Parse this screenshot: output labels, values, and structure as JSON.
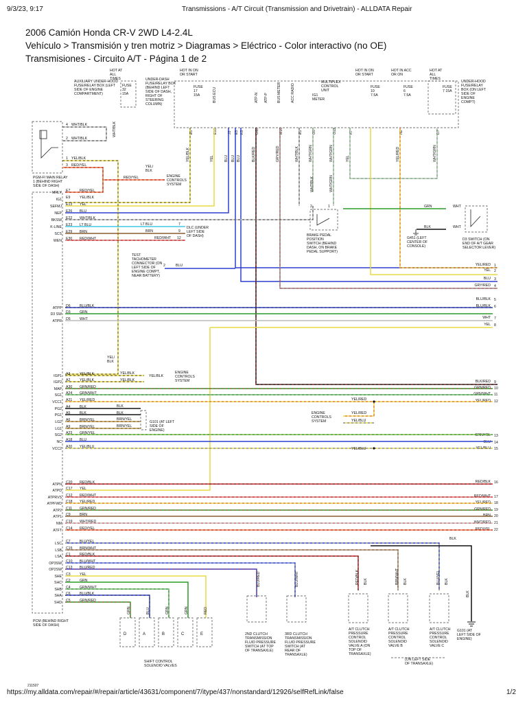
{
  "browser": {
    "datetime": "9/3/23, 9:17",
    "tab_title": "Transmissions - A/T Circuit (Transmission and Drivetrain) - ALLDATA Repair",
    "url": "https://my.alldata.com/repair/#/repair/article/43631/component/7/itype/437/nonstandard/12926/selfRefLink/false",
    "page_indicator": "1/2"
  },
  "page": {
    "vehicle_title": "2006 Camión Honda CR-V 2WD L4-2.4L",
    "breadcrumb": "Vehículo > Transmisión y tren motriz > Diagramas > Eléctrico - Color interactivo (no OE)",
    "section_title": "Transmisiones - Circuito A/T - Página 1 de 2"
  },
  "diagram": {
    "figure_id": "211507",
    "colors": {
      "YEL": "#e8d840",
      "BLU": "#2b3fd0",
      "RED": "#d02020",
      "WHT": "#bbbbbb",
      "BLK": "#111111",
      "GRN": "#2a9a2a",
      "BRN": "#8b5a2b",
      "ORN": "#f08a1c",
      "GRY": "#888888",
      "LTBLU": "#40c8e8"
    },
    "labels": {
      "hot_at_all_times": "HOT AT ALL TIMES",
      "aux_fuse_box": "AUXILIARY UNDER-HOOD FUSE/RELAY BOX (LEFT SIDE OF ENGINE COMPARTMENT)",
      "fuse32": "FUSE 32 15A",
      "under_dash_box": "UNDER-DASH FUSE/RELAY BOX (BEHIND LEFT SIDE OF DASH, RIGHT OF STEERING COLUMN)",
      "hot_in_on_start": "HOT IN ON OR START",
      "fuse17": "FUSE 17 15A",
      "bus_ecu": "BUS ECU",
      "atp_n": "ATP-N",
      "atp_p": "ATP-P",
      "bus_meter": "BUS METER",
      "acc_radio": "ACC RADIO",
      "ig1_meter": "IG1 METER",
      "multiplex": "MULTIPLEX CONTROL UNIT",
      "fuse10": "FUSE 10 7.5A",
      "hot_in_acc": "HOT IN ACC OR ON",
      "fuse6": "FUSE 6 7.5A",
      "hot_at_all_times2": "HOT AT ALL TIMES",
      "underhood_box": "UNDER-HOOD FUSE/RELAY BOX (ON LEFT SIDE OF ENGINE COMPT)",
      "fuse7": "FUSE 7 15A",
      "pgm_relay": "PGM-FI MAIN RELAY 1 (BEHIND RIGHT SIDE OF DASH)",
      "engine_controls_system": "ENGINE CONTROLS SYSTEM",
      "yel_blk": "YEL/ BLK",
      "dlc": "DLC (UNDER LEFT SIDE OF DASH)",
      "test_tach": "TEST TACHOMETER CONNECTOR (ON LEFT SIDE OF ENGINE COMPT, NEAR BATTERY)",
      "brake_switch": "BRAKE PEDAL POSITION SWITCH (BEHIND DASH, ON BRAKE PEDAL SUPPORT)",
      "g451": "G451 (LEFT CENTER OF CONSOLE)",
      "d3_switch": "D3 SWITCH (ON END OF A/T GEAR SELECTOR LEVER)",
      "g101": "G101 (AT LEFT SIDE OF ENGINE)",
      "g101_bottom": "G101 (AT LEFT SIDE OF ENGINE)",
      "pcm": "PCM (BEHIND RIGHT SIDE OF DASH)",
      "shift_valves": "SHIFT CONTROL SOLENOID VALVES",
      "clutch2": "2ND CLUTCH TRANSMISSION FLUID PRESSURE SWITCH (AT TOP OF TRANSAXLE)",
      "clutch3": "3RD CLUTCH TRANSMISSION FLUID PRESSURE SWITCH (AT REAR OF TRANSAXLE)",
      "valve_a": "A/T CLUTCH PRESSURE CONTROL SOLENOID VALVE A (ON TOP OF TRANSAXLE)",
      "valve_b": "A/T CLUTCH PRESSURE CONTROL SOLENOID VALVE B",
      "valve_c": "A/T CLUTCH PRESSURE CONTROL SOLENOID VALVE C",
      "on_left_side": "(ON LEFT SIDE OF TRANSAXLE)"
    },
    "pcm_pins": [
      {
        "name": "MRLY",
        "pin": "E7",
        "wire": "RED/YEL"
      },
      {
        "name": "IG1",
        "pin": "E9",
        "wire": "YEL/BLK"
      },
      {
        "name": "SEFMJ",
        "pin": "E13",
        "wire": "YEL"
      },
      {
        "name": "NEP",
        "pin": "E26",
        "wire": "BLU"
      },
      {
        "name": "BKSW",
        "pin": "E22",
        "wire": "WHT/BLK"
      },
      {
        "name": "K-LINE",
        "pin": "E23",
        "wire": "LT BLU"
      },
      {
        "name": "SCS",
        "pin": "E29",
        "wire": "BRN"
      },
      {
        "name": "WEN",
        "pin": "E30",
        "wire": "RED/WHT"
      },
      {
        "name": "ATPP",
        "pin": "D6",
        "wire": "BLU/BLK"
      },
      {
        "name": "D3 SW",
        "pin": "D3",
        "wire": "GRN"
      },
      {
        "name": "ATPR",
        "pin": "D5",
        "wire": "WHT"
      },
      {
        "name": "IGP1",
        "pin": "A3",
        "wire": "YEL/BLK"
      },
      {
        "name": "IGP2",
        "pin": "A2",
        "wire": "YEL/BLK"
      },
      {
        "name": "MAP",
        "pin": "A30",
        "wire": "GRN/RED"
      },
      {
        "name": "SG1",
        "pin": "A24",
        "wire": "GRN/WHT"
      },
      {
        "name": "VCC1",
        "pin": "A21",
        "wire": "YEL/RED"
      },
      {
        "name": "PG2",
        "pin": "A4",
        "wire": "BLK"
      },
      {
        "name": "PG1",
        "pin": "A5",
        "wire": "BLK"
      },
      {
        "name": "LG2",
        "pin": "A6",
        "wire": "BRN/YEL"
      },
      {
        "name": "LG1",
        "pin": "A9",
        "wire": "BRN/YEL"
      },
      {
        "name": "SG2",
        "pin": "A23",
        "wire": "GRN/YEL"
      },
      {
        "name": "NC",
        "pin": "A18",
        "wire": "BLU"
      },
      {
        "name": "VCC2",
        "pin": "A20",
        "wire": "YEL/BLU"
      },
      {
        "name": "ATPN",
        "pin": "C20",
        "wire": "RED/BLK"
      },
      {
        "name": "ATPD",
        "pin": "C17",
        "wire": "YEL"
      },
      {
        "name": "ATPRVS",
        "pin": "C12",
        "wire": "RED/WHT"
      },
      {
        "name": "ATPFWD",
        "pin": "C18",
        "wire": "YEL/RED"
      },
      {
        "name": "ATP2",
        "pin": "C11",
        "wire": "GRN/RED"
      },
      {
        "name": "ATP1",
        "pin": "C9",
        "wire": "BRN"
      },
      {
        "name": "NM",
        "pin": "C19",
        "wire": "WHT/RED"
      },
      {
        "name": "ATFT",
        "pin": "C14",
        "wire": "RED/YEL"
      },
      {
        "name": "LSC",
        "pin": "C7",
        "wire": "BLU/YEL"
      },
      {
        "name": "LSB",
        "pin": "C15",
        "wire": "BRN/WHT"
      },
      {
        "name": "LSA",
        "pin": "C1",
        "wire": "RED/BLK"
      },
      {
        "name": "OP3SW",
        "pin": "C10",
        "wire": "BLU/WHT"
      },
      {
        "name": "OP2SW",
        "pin": "C13",
        "wire": "BLU/RED"
      },
      {
        "name": "SHE",
        "pin": "C3",
        "wire": "YEL"
      },
      {
        "name": "SHC",
        "pin": "C2",
        "wire": "GRN"
      },
      {
        "name": "SHB",
        "pin": "C4",
        "wire": "GRN/WHT"
      },
      {
        "name": "SHA",
        "pin": "C6",
        "wire": "BLU/BLK"
      },
      {
        "name": "SHD",
        "pin": "C5",
        "wire": "GRN/RED"
      }
    ],
    "right_refs": [
      {
        "n": "1",
        "wire": "YEL/RED"
      },
      {
        "n": "2",
        "wire": "YEL"
      },
      {
        "n": "3",
        "wire": "BLU"
      },
      {
        "n": "4",
        "wire": "GRY/RED"
      },
      {
        "n": "5",
        "wire": "BLU/BLK"
      },
      {
        "n": "6",
        "wire": "BLU/BLK"
      },
      {
        "n": "7",
        "wire": "WHT"
      },
      {
        "n": "8",
        "wire": "YEL"
      },
      {
        "n": "9",
        "wire": "BLK/RED"
      },
      {
        "n": "10",
        "wire": "GRN/RED"
      },
      {
        "n": "11",
        "wire": "GRN/WHT"
      },
      {
        "n": "12",
        "wire": "YEL/RED"
      },
      {
        "n": "13",
        "wire": "GRN/YEL"
      },
      {
        "n": "14",
        "wire": "BLU"
      },
      {
        "n": "15",
        "wire": "YEL/BLU"
      },
      {
        "n": "16",
        "wire": "RED/BLK"
      },
      {
        "n": "17",
        "wire": "RED/WHT"
      },
      {
        "n": "18",
        "wire": "YEL/RED"
      },
      {
        "n": "19",
        "wire": "GRN/RED"
      },
      {
        "n": "20",
        "wire": "BRN"
      },
      {
        "n": "21",
        "wire": "WHT/RED"
      },
      {
        "n": "22",
        "wire": "RED/YEL"
      }
    ],
    "top_connectors": [
      {
        "pin": "E5",
        "wire": "YEL/BLK"
      },
      {
        "pin": "E10",
        "wire": "YEL"
      },
      {
        "pin": "J3",
        "wire": "BLU"
      },
      {
        "pin": "E5",
        "wire": "BLU"
      },
      {
        "pin": "K5",
        "wire": "BLU"
      },
      {
        "pin": "O10",
        "wire": "BLK/RED"
      },
      {
        "pin": "M10",
        "wire": "GRY/RED"
      },
      {
        "pin": "E3",
        "wire": "WHT/BLK"
      },
      {
        "pin": "O5",
        "wire": "WHT/GRN"
      },
      {
        "pin": "O12",
        "wire": "WHT/GRN"
      },
      {
        "pin": "K7",
        "wire": "YEL"
      },
      {
        "pin": "N2",
        "wire": "YEL/RED"
      },
      {
        "pin": "D7",
        "wire": "WHT/GRN"
      }
    ],
    "relay": {
      "pin4": "4",
      "pin2": "2",
      "pin1": "1",
      "pin3": "3",
      "w4": "WHT/BLK",
      "w2": "WHT/BLK",
      "w1": "YEL/BLK",
      "w3": "RED/YEL",
      "w_side": "WHT/BLK"
    },
    "misc": {
      "red_yel": "RED/YEL",
      "yel_blk": "YEL/BLK",
      "lt_blu": "LT BLU",
      "brn": "BRN",
      "red_wht": "RED/WHT",
      "blu": "BLU",
      "blk": "BLK",
      "brn_yel": "BRN/YEL",
      "grn": "GRN",
      "wht": "WHT",
      "yel_red": "YEL/RED",
      "yel_blu": "YEL/BLU",
      "p7": "7",
      "p9": "9",
      "p12": "12",
      "p2": "2",
      "p1": "1",
      "wht_blk": "WHT/BLK",
      "wht_grn": "WHT/GRN",
      "yel": "YEL",
      "grn_wht": "GRN/WHT",
      "blu_red": "BLU/RED",
      "blu_wht": "BLU/WHT",
      "red_blk": "RED/BLK",
      "brn_wht": "BRN/WHT",
      "blu_yel": "BLU/YEL",
      "grn_red": "GRN/RED",
      "red": "RED",
      "yel_blk_v": "YEL/ BLK",
      "valve_d": "D",
      "valve_a2": "A",
      "valve_b2": "B",
      "valve_c2": "C",
      "valve_e": "E"
    }
  }
}
